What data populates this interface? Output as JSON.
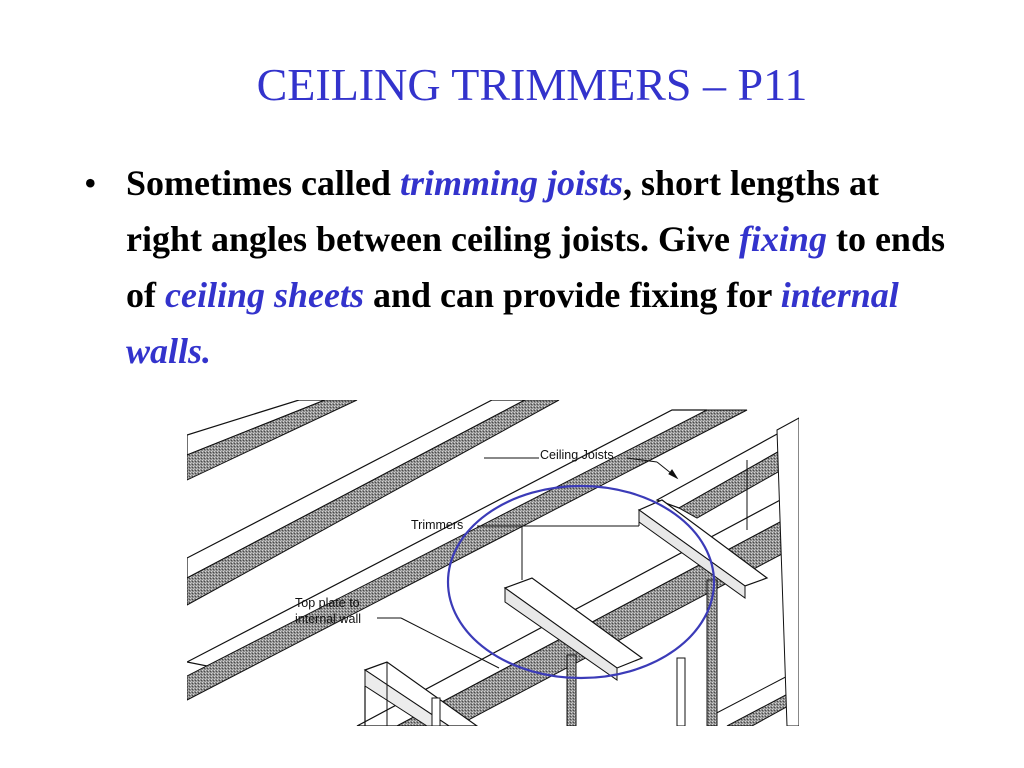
{
  "slide": {
    "title": "CEILING TRIMMERS – P11",
    "bullet": {
      "marker": "•",
      "t1": "Sometimes called ",
      "hl1": "trimming joists",
      "t2": ", short lengths at right angles between ceiling joists. Give ",
      "hl2": "fixing",
      "t3": " to ends of ",
      "hl3": "ceiling sheets",
      "t4": " and can provide fixing for ",
      "hl4": "internal walls."
    }
  },
  "figure": {
    "labels": {
      "ceiling_joists": "Ceiling Joists",
      "trimmers": "Trimmers",
      "top_plate_line1": "Top plate to",
      "top_plate_line2": "internal wall"
    }
  },
  "colors": {
    "title": "#3333cc",
    "emphasis": "#3333cc",
    "circle": "#3b3bb8"
  }
}
